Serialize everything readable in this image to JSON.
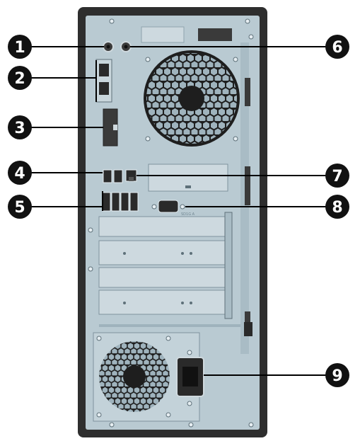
{
  "diagram": {
    "callouts": [
      "1",
      "2",
      "3",
      "4",
      "5",
      "6",
      "7",
      "8",
      "9"
    ],
    "port_caption": "SD1G A"
  },
  "colors": {
    "chassis_outer": "#2e2e2e",
    "panel": "#b9cad2",
    "panel_dark": "#8fa4ae",
    "callout_fill": "#111111",
    "leader_line": "#000000"
  }
}
